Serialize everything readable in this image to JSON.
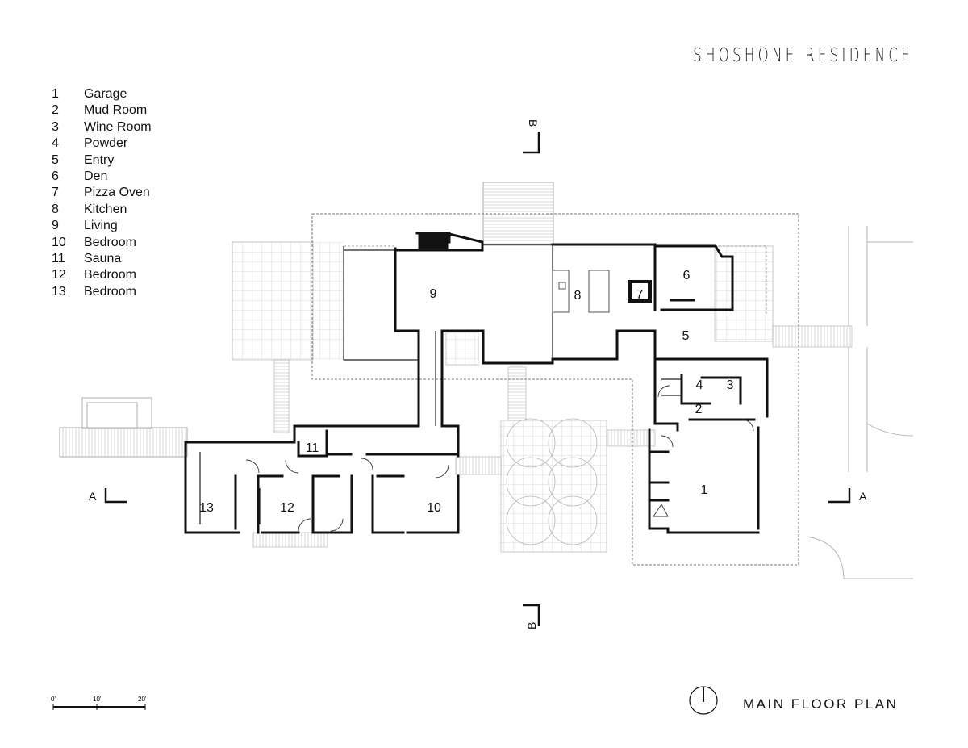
{
  "title": "SHOSHONE RESIDENCE",
  "legend": [
    {
      "num": "1",
      "label": "Garage"
    },
    {
      "num": "2",
      "label": "Mud Room"
    },
    {
      "num": "3",
      "label": "Wine Room"
    },
    {
      "num": "4",
      "label": "Powder"
    },
    {
      "num": "5",
      "label": "Entry"
    },
    {
      "num": "6",
      "label": "Den"
    },
    {
      "num": "7",
      "label": "Pizza Oven"
    },
    {
      "num": "8",
      "label": "Kitchen"
    },
    {
      "num": "9",
      "label": "Living"
    },
    {
      "num": "10",
      "label": "Bedroom"
    },
    {
      "num": "11",
      "label": "Sauna"
    },
    {
      "num": "12",
      "label": "Bedroom"
    },
    {
      "num": "13",
      "label": "Bedroom"
    }
  ],
  "room_tags": [
    "1",
    "2",
    "3",
    "4",
    "5",
    "6",
    "7",
    "8",
    "9",
    "10",
    "11",
    "12",
    "13"
  ],
  "section_markers": {
    "a_left": "A",
    "a_right": "A",
    "b_top": "B",
    "b_bottom": "B"
  },
  "scale": {
    "tick0": "0'",
    "tick1": "10'",
    "tick2": "20'"
  },
  "plan_title": "MAIN FLOOR PLAN"
}
